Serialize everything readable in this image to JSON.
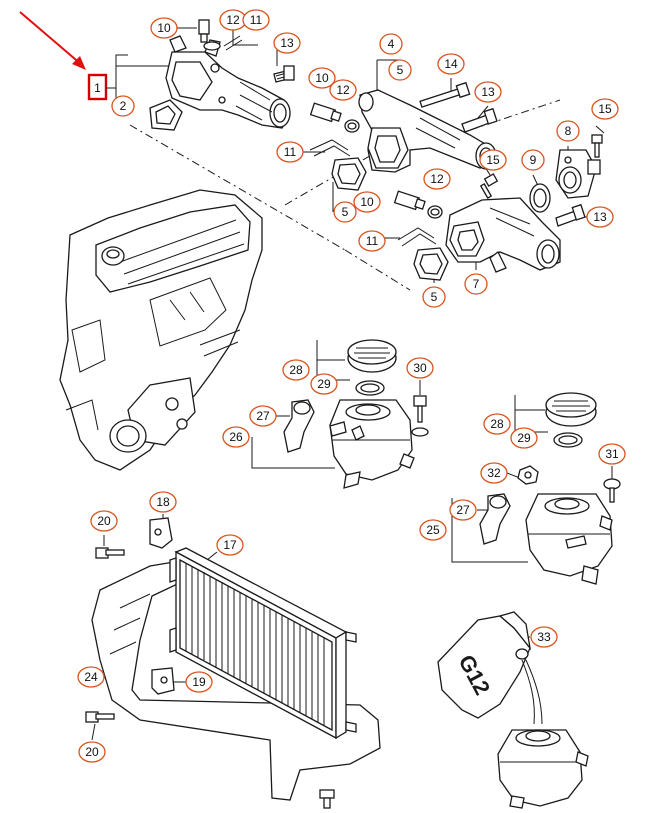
{
  "highlight_label": "1",
  "callouts": [
    {
      "id": "c10a",
      "text": "10"
    },
    {
      "id": "c12a",
      "text": "12"
    },
    {
      "id": "c11a",
      "text": "11"
    },
    {
      "id": "c13a",
      "text": "13"
    },
    {
      "id": "c2",
      "text": "2"
    },
    {
      "id": "c4",
      "text": "4"
    },
    {
      "id": "c5a",
      "text": "5"
    },
    {
      "id": "c14",
      "text": "14"
    },
    {
      "id": "c13b",
      "text": "13"
    },
    {
      "id": "c10b",
      "text": "10"
    },
    {
      "id": "c12b",
      "text": "12"
    },
    {
      "id": "c15a",
      "text": "15"
    },
    {
      "id": "c8",
      "text": "8"
    },
    {
      "id": "c11b",
      "text": "11"
    },
    {
      "id": "c15b",
      "text": "15"
    },
    {
      "id": "c9",
      "text": "9"
    },
    {
      "id": "c5b",
      "text": "5"
    },
    {
      "id": "c10c",
      "text": "10"
    },
    {
      "id": "c12c",
      "text": "12"
    },
    {
      "id": "c13c",
      "text": "13"
    },
    {
      "id": "c11c",
      "text": "11"
    },
    {
      "id": "c7",
      "text": "7"
    },
    {
      "id": "c5c",
      "text": "5"
    },
    {
      "id": "c28a",
      "text": "28"
    },
    {
      "id": "c29a",
      "text": "29"
    },
    {
      "id": "c30",
      "text": "30"
    },
    {
      "id": "c27a",
      "text": "27"
    },
    {
      "id": "c26",
      "text": "26"
    },
    {
      "id": "c28b",
      "text": "28"
    },
    {
      "id": "c29b",
      "text": "29"
    },
    {
      "id": "c31",
      "text": "31"
    },
    {
      "id": "c32",
      "text": "32"
    },
    {
      "id": "c27b",
      "text": "27"
    },
    {
      "id": "c25",
      "text": "25"
    },
    {
      "id": "c18",
      "text": "18"
    },
    {
      "id": "c20a",
      "text": "20"
    },
    {
      "id": "c17",
      "text": "17"
    },
    {
      "id": "c24",
      "text": "24"
    },
    {
      "id": "c19",
      "text": "19"
    },
    {
      "id": "c20b",
      "text": "20"
    },
    {
      "id": "c33",
      "text": "33"
    }
  ],
  "bottle_marking": "G12",
  "colors": {
    "callout_ring": "#d9541e",
    "highlight_box": "#d40000",
    "arrow": "#e01010",
    "line_art": "#1a1a1a"
  }
}
